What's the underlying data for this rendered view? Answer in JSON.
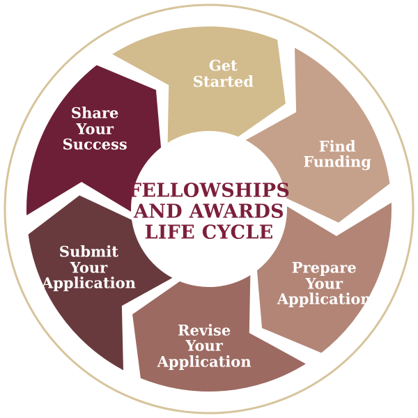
{
  "diagram": {
    "title": "FELLOWSHIPS AND AWARDS LIFE CYCLE",
    "title_lines": [
      "FELLOWSHIPS",
      "AND AWARDS",
      "LIFE CYCLE"
    ],
    "title_color": "#7c1f3a",
    "outer_ring_color": "#d7c49c",
    "background_color": "#ffffff",
    "flow": "clockwise",
    "segments": [
      {
        "id": "get-started",
        "label": "Get\nStarted",
        "color": "#d2bb8d",
        "label_angle": 6,
        "label_radius": 195
      },
      {
        "id": "find-funding",
        "label": "Find\nFunding",
        "color": "#c5a08a",
        "label_angle": 67,
        "label_radius": 200
      },
      {
        "id": "prepare-application",
        "label": "Prepare\nYour\nApplication",
        "color": "#b28577",
        "label_angle": 123,
        "label_radius": 197
      },
      {
        "id": "revise-application",
        "label": "Revise\nYour\nApplication",
        "color": "#9c6a61",
        "label_angle": 182,
        "label_radius": 197
      },
      {
        "id": "submit-application",
        "label": "Submit\nYour\nApplication",
        "color": "#683a3d",
        "label_angle": 244,
        "label_radius": 192
      },
      {
        "id": "share-success",
        "label": "Share\nYour\nSuccess",
        "color": "#6d1f37",
        "label_angle": 305,
        "label_radius": 200
      }
    ]
  }
}
